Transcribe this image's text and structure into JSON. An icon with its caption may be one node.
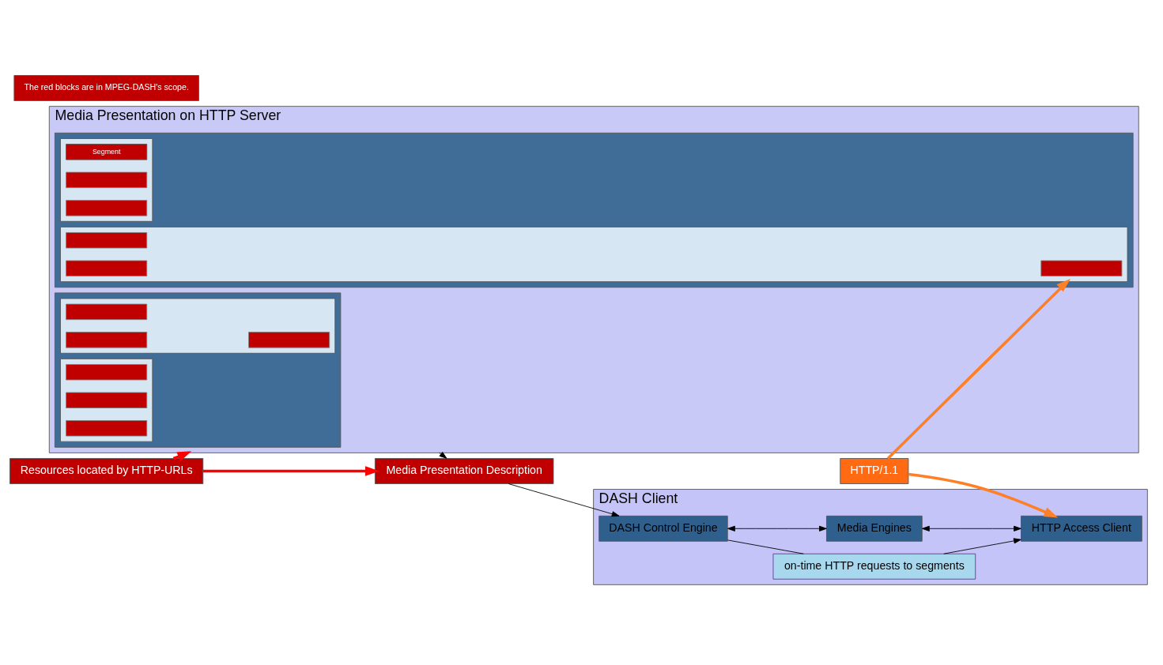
{
  "diagram": {
    "nodes": [
      {
        "text": [
          "Media Presentation on HTTP Server"
        ]
      },
      {
        "text": [],
        "shape": "box",
        "in": 0
      },
      {
        "text": [],
        "shape": "box",
        "in": 1
      },
      {
        "text": [],
        "shape": "bar",
        "in": 2
      },
      {
        "text": [],
        "shape": "bar",
        "in": 2
      },
      {
        "text": [],
        "shape": "bar",
        "in": 2
      },
      {
        "text": [],
        "shape": "box",
        "in": 1
      },
      {
        "text": [],
        "shape": "bar",
        "in": 6
      },
      {
        "text": [],
        "shape": "bar",
        "in": 6
      },
      {
        "text": [],
        "shape": "bar",
        "in": 6
      },
      {
        "text": [],
        "shape": "box",
        "in": 0
      },
      {
        "text": [],
        "shape": "box",
        "in": 10
      },
      {
        "text": [
          "Segment"
        ],
        "in": 11
      },
      {
        "text": [],
        "shape": "bar",
        "in": 11
      },
      {
        "text": [],
        "shape": "bar",
        "in": 11
      },
      {
        "text": [],
        "shape": "box",
        "in": 10
      },
      {
        "text": [],
        "shape": "bar",
        "in": 15
      },
      {
        "text": [],
        "shape": "bar",
        "in": 15
      },
      {
        "text": [],
        "shape": "bar",
        "in": 15
      },
      {
        "text": [
          "Media Presentation Description"
        ]
      },
      {
        "text": [
          "Resources located by HTTP-URLs"
        ]
      },
      {
        "text": [
          "HTTP/1.1"
        ]
      },
      {
        "text": [
          "The red blocks are in MPEG-DASH's scope."
        ]
      },
      {
        "text": [
          "DASH Client"
        ]
      },
      {
        "text": [
          "DASH Control Engine"
        ],
        "in": 23
      },
      {
        "text": [
          "on-time HTTP requests to segments"
        ],
        "in": 23
      },
      {
        "text": [
          "HTTP Access Client"
        ],
        "in": 23
      },
      {
        "text": [
          "Media Engines"
        ],
        "in": 23
      }
    ],
    "edges": [
      {
        "from": 0,
        "to": 19,
        "arrow": "to"
      },
      {
        "from": 19,
        "to": 24,
        "arrow": "to"
      },
      {
        "from": 20,
        "to": 19,
        "arrow": "to",
        "style": "thick",
        "color": "#ff0000"
      },
      {
        "from": 20,
        "to": 0,
        "arrow": "to",
        "style": "thick",
        "color": "#ff0000"
      },
      {
        "from": 21,
        "to": 15,
        "arrow": "to",
        "style": "thick",
        "color": "#ff7f27"
      },
      {
        "from": 21,
        "to": 26,
        "arrow": "to",
        "style": "thick",
        "color": "#ff7f27"
      },
      {
        "from": 24,
        "to": 25,
        "arrow": "none"
      },
      {
        "from": 25,
        "to": 26,
        "arrow": "to"
      },
      {
        "from": 24,
        "to": 27,
        "arrow": "both"
      },
      {
        "from": 27,
        "to": 26,
        "arrow": "both"
      }
    ]
  }
}
